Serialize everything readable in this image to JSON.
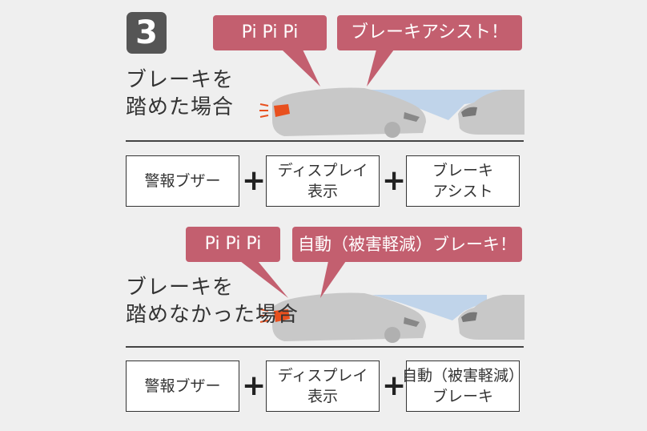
{
  "badge": {
    "number": "3"
  },
  "scenarios": [
    {
      "heading_lines": [
        "ブレーキを",
        "踏めた場合"
      ],
      "bubbles": {
        "beep": "Pi Pi Pi",
        "message": "ブレーキアシスト！"
      },
      "steps": [
        {
          "lines": [
            "警報ブザー"
          ]
        },
        {
          "lines": [
            "ディスプレイ",
            "表示"
          ]
        },
        {
          "lines": [
            "ブレーキ",
            "アシスト"
          ]
        }
      ]
    },
    {
      "heading_lines": [
        "ブレーキを",
        "踏めなかった場合"
      ],
      "bubbles": {
        "beep": "Pi Pi Pi",
        "message": "自動（被害軽減）ブレーキ！"
      },
      "steps": [
        {
          "lines": [
            "警報ブザー"
          ]
        },
        {
          "lines": [
            "ディスプレイ",
            "表示"
          ]
        },
        {
          "lines": [
            "自動（被害軽減）",
            "ブレーキ"
          ]
        }
      ]
    }
  ],
  "plus_symbol": "+",
  "colors": {
    "bubble": "#c35f6f",
    "car_body": "#c8c8c8",
    "taillight": "#e8501e",
    "sensor_beam": "#b7cfe9",
    "badge": "#555555",
    "background": "#efefef"
  },
  "icons": [
    "rear-car-icon",
    "front-car-icon",
    "taillight-icon",
    "sensor-beam-icon"
  ]
}
